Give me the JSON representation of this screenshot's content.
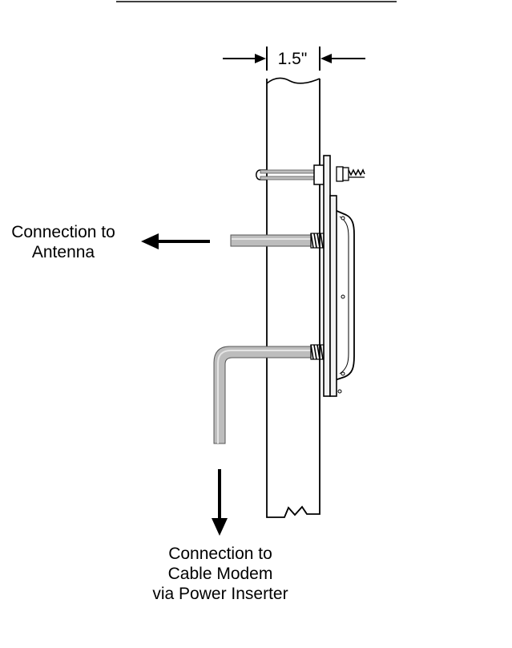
{
  "dimension": {
    "label": "1.5\""
  },
  "labels": {
    "antenna": {
      "line1": "Connection to",
      "line2": "Antenna"
    },
    "modem": {
      "line1": "Connection to",
      "line2": "Cable Modem",
      "line3": "via Power Inserter"
    }
  },
  "colors": {
    "line": "#000000",
    "cable": "#bdbdbd",
    "cable_edge": "#555555",
    "bracket": "#f2f2f2",
    "background": "#ffffff"
  }
}
